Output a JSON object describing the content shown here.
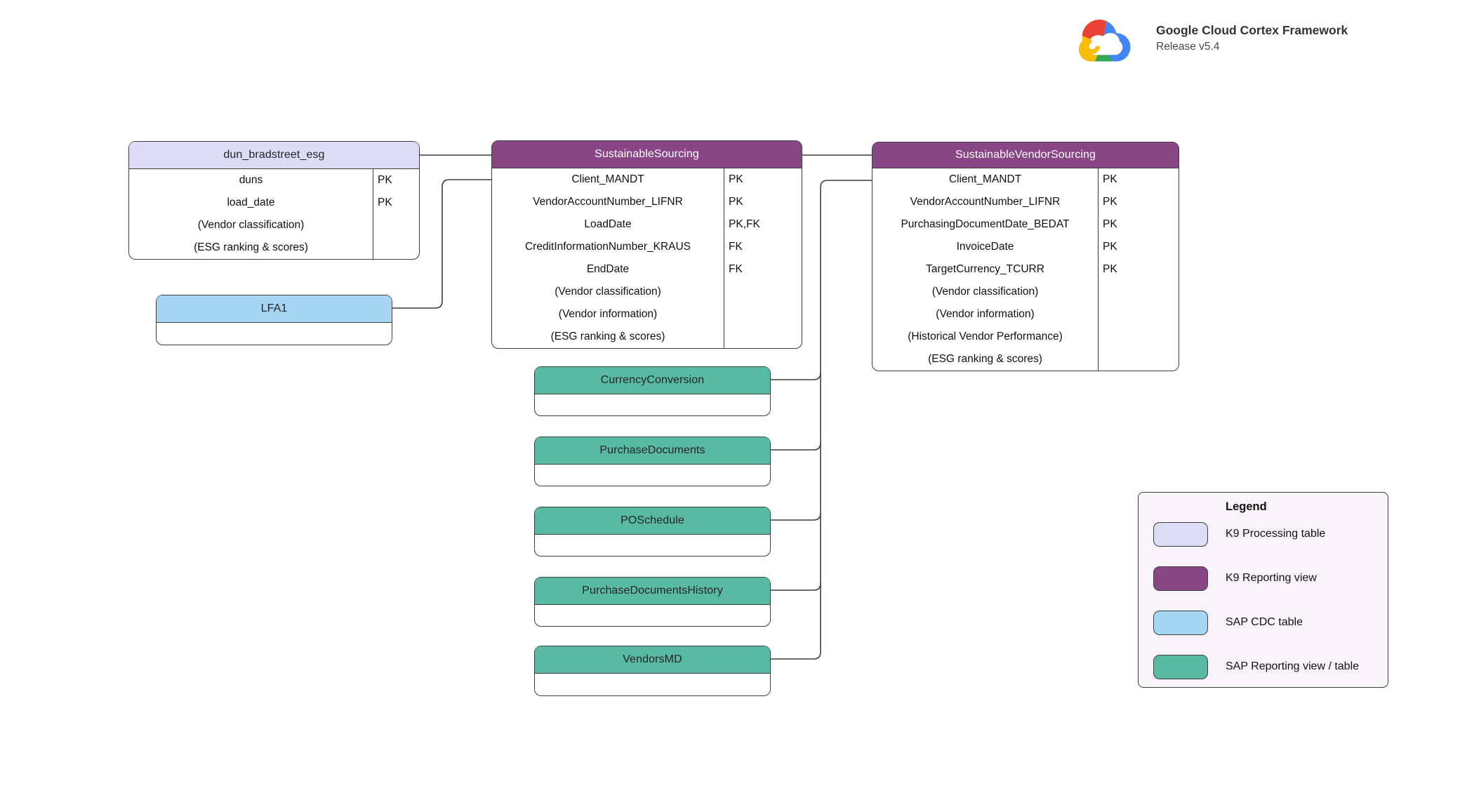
{
  "brand": {
    "logo": "google-cloud-logo",
    "title": "Google Cloud Cortex Framework",
    "subtitle": "Release v5.4"
  },
  "colors": {
    "k9_processing": "#DCDCF7",
    "k9_reporting": "#884686",
    "sap_cdc": "#A4D6F4",
    "sap_reporting": "#59BAA3",
    "connector": "#3F3F3F",
    "legend_background": "#F9F4F9"
  },
  "tables": [
    {
      "title": "dun_bradstreet_esg",
      "type": "k9_processing",
      "rows": [
        {
          "name": "duns",
          "key": "PK"
        },
        {
          "name": "load_date",
          "key": "PK"
        },
        {
          "name": "(Vendor classification)",
          "key": ""
        },
        {
          "name": "(ESG ranking & scores)",
          "key": ""
        }
      ]
    },
    {
      "title": "LFA1",
      "type": "sap_cdc",
      "rows": []
    },
    {
      "title": "SustainableSourcing",
      "type": "k9_reporting",
      "rows": [
        {
          "name": "Client_MANDT",
          "key": "PK"
        },
        {
          "name": "VendorAccountNumber_LIFNR",
          "key": "PK"
        },
        {
          "name": "LoadDate",
          "key": "PK,FK"
        },
        {
          "name": "CreditInformationNumber_KRAUS",
          "key": "FK"
        },
        {
          "name": "EndDate",
          "key": "FK"
        },
        {
          "name": "(Vendor classification)",
          "key": ""
        },
        {
          "name": "(Vendor information)",
          "key": ""
        },
        {
          "name": "(ESG ranking & scores)",
          "key": ""
        }
      ]
    },
    {
      "title": "SustainableVendorSourcing",
      "type": "k9_reporting",
      "rows": [
        {
          "name": "Client_MANDT",
          "key": "PK"
        },
        {
          "name": "VendorAccountNumber_LIFNR",
          "key": "PK"
        },
        {
          "name": "PurchasingDocumentDate_BEDAT",
          "key": "PK"
        },
        {
          "name": "InvoiceDate",
          "key": "PK"
        },
        {
          "name": "TargetCurrency_TCURR",
          "key": "PK"
        },
        {
          "name": "(Vendor classification)",
          "key": ""
        },
        {
          "name": "(Vendor information)",
          "key": ""
        },
        {
          "name": "(Historical Vendor Performance)",
          "key": ""
        },
        {
          "name": "(ESG ranking & scores)",
          "key": ""
        }
      ]
    },
    {
      "title": "CurrencyConversion",
      "type": "sap_reporting",
      "rows": []
    },
    {
      "title": "PurchaseDocuments",
      "type": "sap_reporting",
      "rows": []
    },
    {
      "title": "POSchedule",
      "type": "sap_reporting",
      "rows": []
    },
    {
      "title": "PurchaseDocumentsHistory",
      "type": "sap_reporting",
      "rows": []
    },
    {
      "title": "VendorsMD",
      "type": "sap_reporting",
      "rows": []
    }
  ],
  "legend": {
    "title": "Legend",
    "items": [
      {
        "label": "K9 Processing table",
        "type": "k9_processing"
      },
      {
        "label": "K9 Reporting view",
        "type": "k9_reporting"
      },
      {
        "label": "SAP CDC table",
        "type": "sap_cdc"
      },
      {
        "label": "SAP Reporting view / table",
        "type": "sap_reporting"
      }
    ]
  }
}
